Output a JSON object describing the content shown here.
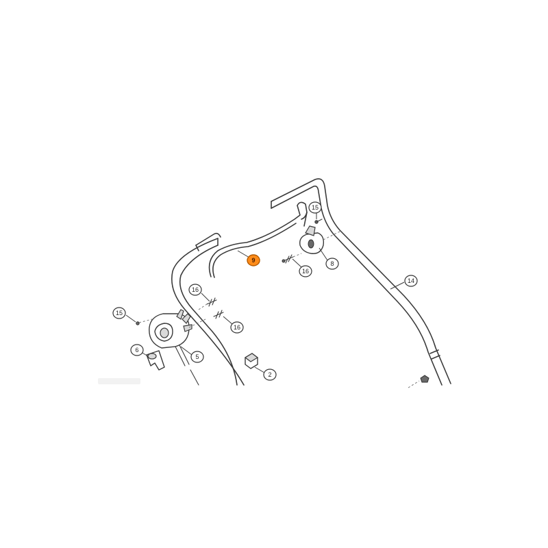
{
  "diagram": {
    "highlight_color": "#ff8c1a",
    "callouts": [
      {
        "id": "9",
        "label": "9",
        "highlighted": true
      },
      {
        "id": "15a",
        "label": "15",
        "highlighted": false
      },
      {
        "id": "8",
        "label": "8",
        "highlighted": false
      },
      {
        "id": "16a",
        "label": "16",
        "highlighted": false
      },
      {
        "id": "14",
        "label": "14",
        "highlighted": false
      },
      {
        "id": "16b",
        "label": "16",
        "highlighted": false
      },
      {
        "id": "16c",
        "label": "16",
        "highlighted": false
      },
      {
        "id": "15b",
        "label": "15",
        "highlighted": false
      },
      {
        "id": "6",
        "label": "6",
        "highlighted": false
      },
      {
        "id": "5",
        "label": "5",
        "highlighted": false
      },
      {
        "id": "2",
        "label": "2",
        "highlighted": false
      }
    ]
  }
}
